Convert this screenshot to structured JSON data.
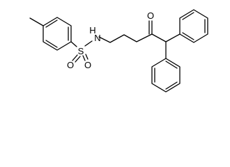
{
  "molecule": {
    "atoms": {
      "sulfur": "S",
      "sulfonyl_oxygen_1": "O",
      "sulfonyl_oxygen_2": "O",
      "ketone_oxygen": "O",
      "amide_nitrogen": "N",
      "amide_hydrogen": "H"
    },
    "line_color": "#000000",
    "background_color": "#ffffff"
  }
}
